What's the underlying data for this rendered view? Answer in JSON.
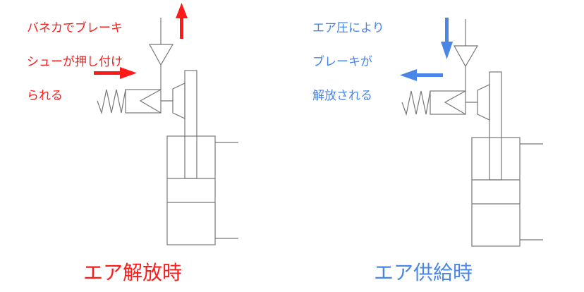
{
  "left": {
    "note_lines": [
      "バネカでブレーキ",
      "シューが押し付け",
      "られる"
    ],
    "caption": "エア解放時",
    "color": "#ff1a1a"
  },
  "right": {
    "note_lines": [
      "エア圧により",
      "ブレーキが",
      "解放される"
    ],
    "caption": "エア供給時",
    "color": "#4a86e8"
  }
}
